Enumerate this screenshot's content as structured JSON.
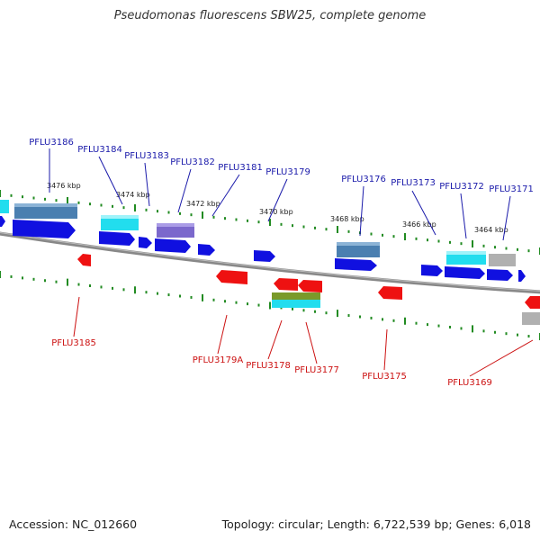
{
  "title": "Pseudomonas fluorescens SBW25, complete genome",
  "footer": {
    "accession": "Accession: NC_012660",
    "summary": "Topology: circular; Length: 6,722,539 bp; Genes: 6,018"
  },
  "colors": {
    "backbone": "#888888",
    "tick": "#228B22",
    "forward_label": "#1a1aaa",
    "reverse_label": "#cc1111",
    "cds_forward": "#1010e0",
    "cds_reverse": "#ee1111",
    "steelblue": "#4a7fb0",
    "cyan": "#22ddee",
    "violet": "#7b68cc",
    "grey": "#b0b0b0",
    "olive": "#7a9a2a"
  },
  "scale_labels": [
    "3476 kbp",
    "3474 kbp",
    "3472 kbp",
    "3470 kbp",
    "3468 kbp",
    "3466 kbp",
    "3464 kbp"
  ],
  "forward_labels": [
    "PFLU3186",
    "PFLU3184",
    "PFLU3183",
    "PFLU3182",
    "PFLU3181",
    "PFLU3179",
    "PFLU3176",
    "PFLU3173",
    "PFLU3172",
    "PFLU3171"
  ],
  "reverse_labels": [
    "PFLU3185",
    "PFLU3179A",
    "PFLU3178",
    "PFLU3177",
    "PFLU3175",
    "PFLU3169"
  ]
}
